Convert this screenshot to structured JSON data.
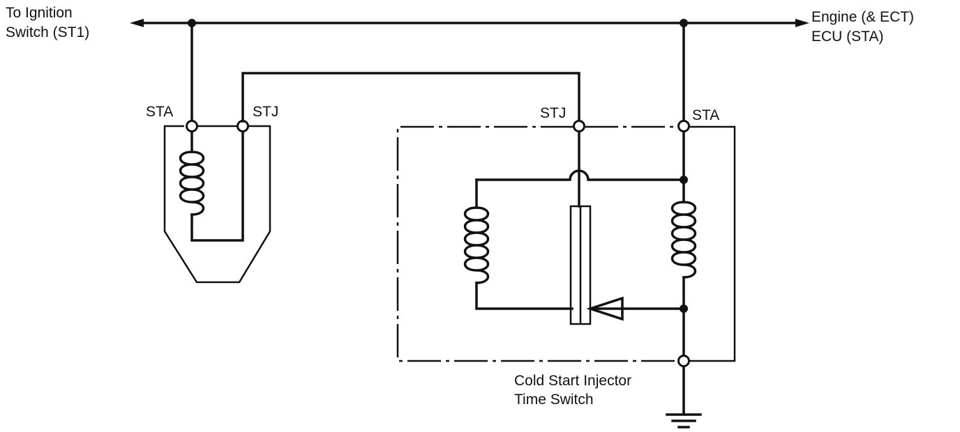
{
  "labels": {
    "ignition_line1": "To Ignition",
    "ignition_line2": "Switch (ST1)",
    "ecu_line1": "Engine (& ECT)",
    "ecu_line2": "ECU (STA)",
    "relay_sta": "STA",
    "relay_stj": "STJ",
    "switch_stj": "STJ",
    "switch_sta": "STA",
    "caption_line1": "Cold Start Injector",
    "caption_line2": "Time Switch"
  }
}
